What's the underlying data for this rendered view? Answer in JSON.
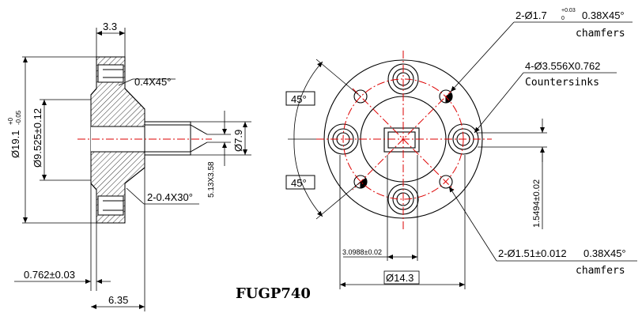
{
  "drawing": {
    "part_number": "FUGP740",
    "side_view": {
      "dim_top_width": "3.3",
      "dim_chamfer_top": "0.4X45°",
      "dim_od": "Ø19.1",
      "dim_od_tol_upper": "+0",
      "dim_od_tol_lower": "-0.05",
      "dim_hub": "Ø9.525±0.12",
      "dim_shaft": "Ø7.9",
      "dim_flat": "5.13X3.58",
      "dim_chamfer_bottom": "2-0.4X30°",
      "dim_thickness": "0.762±0.03",
      "dim_length": "6.35"
    },
    "front_view": {
      "angle_top": "45°",
      "angle_bottom": "45°",
      "callout_pin_holes": "2-Ø1.7",
      "callout_pin_holes_tol_upper": "+0.03",
      "callout_pin_holes_tol_lower": "0",
      "callout_pin_holes_chamfer": "0.38X45°",
      "callout_pin_holes_note": "chamfers",
      "callout_countersinks": "4-Ø3.556X0.762",
      "callout_countersinks_note": "Countersinks",
      "callout_small_holes": "2-Ø1.51±0.012",
      "callout_small_holes_chamfer": "0.38X45°",
      "callout_small_holes_note": "chamfers",
      "dim_offset_x": "3.0988±0.02",
      "dim_bolt_circle": "Ø14.3",
      "dim_offset_y": "1.5494±0.02"
    }
  }
}
